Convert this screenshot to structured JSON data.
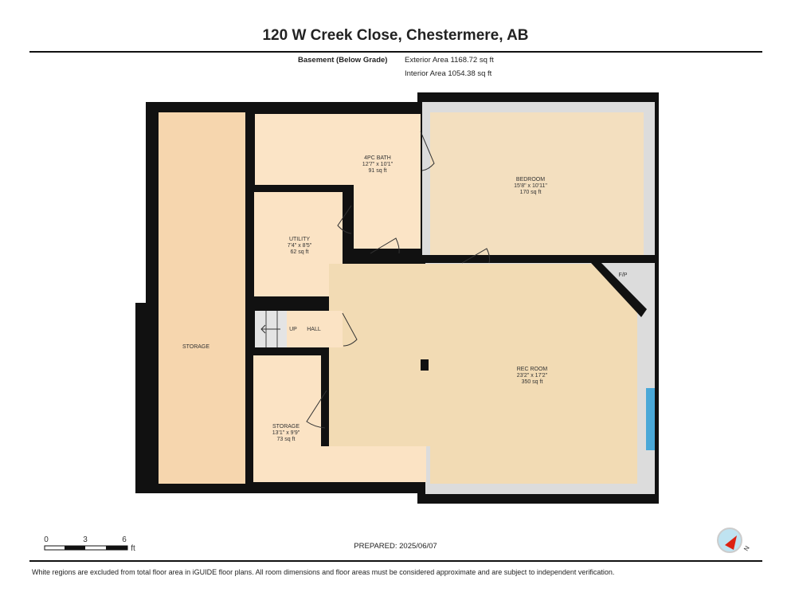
{
  "header": {
    "title": "120 W Creek Close, Chestermere, AB",
    "level": "Basement (Below Grade)",
    "exterior_area": "Exterior Area 1168.72 sq ft",
    "interior_area": "Interior Area 1054.38 sq ft"
  },
  "rooms": [
    {
      "name": "4PC BATH",
      "dims": "12'7\" x 10'1\"",
      "area": "91 sq ft"
    },
    {
      "name": "BEDROOM",
      "dims": "15'8\" x 10'11\"",
      "area": "170 sq ft"
    },
    {
      "name": "UTILITY",
      "dims": "7'4\" x 8'5\"",
      "area": "62 sq ft"
    },
    {
      "name": "STORAGE"
    },
    {
      "name": "REC ROOM",
      "dims": "23'2\" x 17'2\"",
      "area": "350 sq ft"
    },
    {
      "name": "STORAGE",
      "dims": "13'1\" x 9'9\"",
      "area": "73 sq ft"
    },
    {
      "name": "HALL"
    },
    {
      "name": "F/P"
    }
  ],
  "stairs_label": "UP",
  "scale": {
    "ticks": [
      "0",
      "3",
      "6"
    ],
    "unit": "ft"
  },
  "footer": {
    "prepared": "PREPARED: 2025/06/07",
    "disclaimer": "White regions are excluded from total floor area in iGUIDE floor plans. All room dimensions and floor areas must be considered approximate and are subject to independent verification."
  },
  "compass": {
    "label": "N"
  },
  "colors": {
    "wall": "#111111",
    "window": "#4aa8d8",
    "excluded": "#dcdcdc"
  }
}
